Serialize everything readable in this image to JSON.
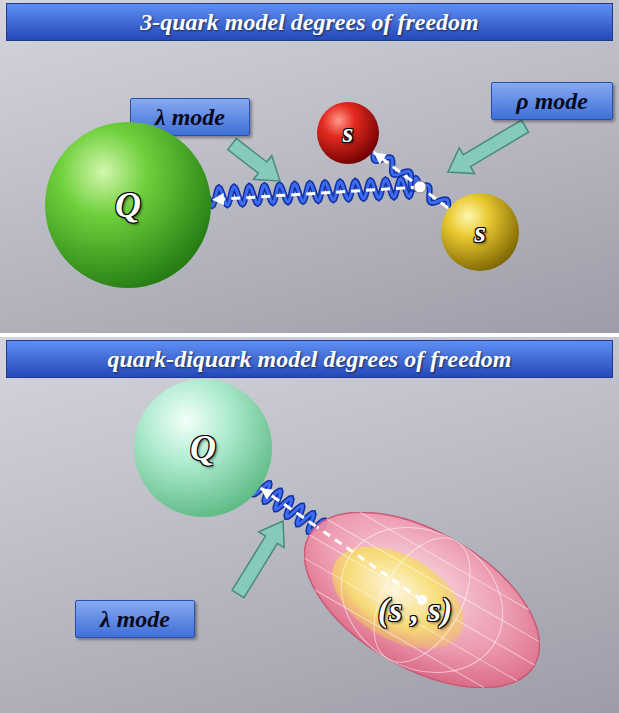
{
  "diagram": {
    "nodes": [
      {
        "text": [
          "3-quark model degrees of freedom"
        ]
      },
      {
        "text": [
          "λ mode"
        ],
        "in": 0
      },
      {
        "text": [
          "ρ mode"
        ],
        "in": 0
      },
      {
        "text": [
          "Q"
        ],
        "in": 0
      },
      {
        "text": [
          "s"
        ],
        "in": 0
      },
      {
        "text": [
          "s"
        ],
        "in": 0
      },
      {
        "text": [
          "quark-diquark model degrees of freedom"
        ]
      },
      {
        "text": [
          "Q"
        ],
        "in": 6
      },
      {
        "text": [
          "λ mode"
        ],
        "in": 6
      },
      {
        "text": [
          "(s , s)"
        ],
        "in": 6
      }
    ],
    "edges": [
      {
        "from": 5,
        "to": 4,
        "arrow": "to"
      },
      {
        "from": 9,
        "to": 7,
        "arrow": "to"
      }
    ]
  }
}
